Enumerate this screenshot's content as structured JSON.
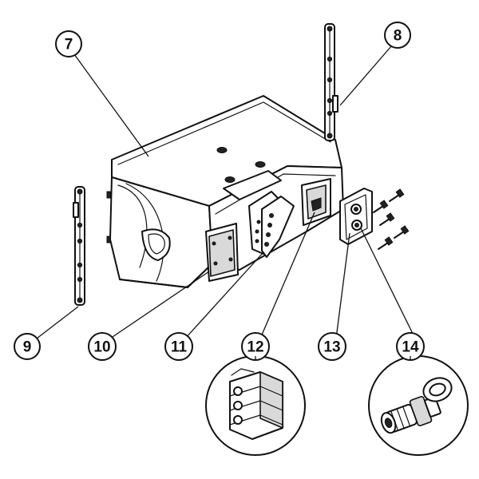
{
  "callouts": [
    {
      "id": "7",
      "label": "7"
    },
    {
      "id": "8",
      "label": "8"
    },
    {
      "id": "9",
      "label": "9"
    },
    {
      "id": "10",
      "label": "10"
    },
    {
      "id": "11",
      "label": "11"
    },
    {
      "id": "12",
      "label": "12"
    },
    {
      "id": "13",
      "label": "13"
    },
    {
      "id": "14",
      "label": "14"
    }
  ]
}
